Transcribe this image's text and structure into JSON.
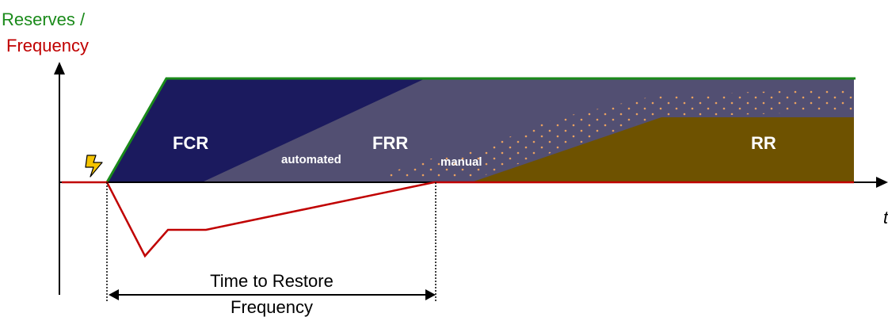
{
  "y_axis_label": {
    "line1": "Reserves /",
    "line2": "Frequency"
  },
  "x_axis_label": "t",
  "regions": {
    "fcr": "FCR",
    "frr": "FRR",
    "frr_automated": "automated",
    "frr_manual": "manual",
    "rr": "RR"
  },
  "time_to_restore": {
    "line1": "Time to Restore",
    "line2": "Frequency"
  },
  "event_icon": "lightning-bolt-icon",
  "colors": {
    "reserves": "#1a8a1a",
    "frequency": "#c00000",
    "fcr_fill": "#1b1a5e",
    "frr_fill": "#524f72",
    "rr_fill": "#6e5200",
    "manual_dots": "#e8a060",
    "bolt": "#f5c400"
  }
}
